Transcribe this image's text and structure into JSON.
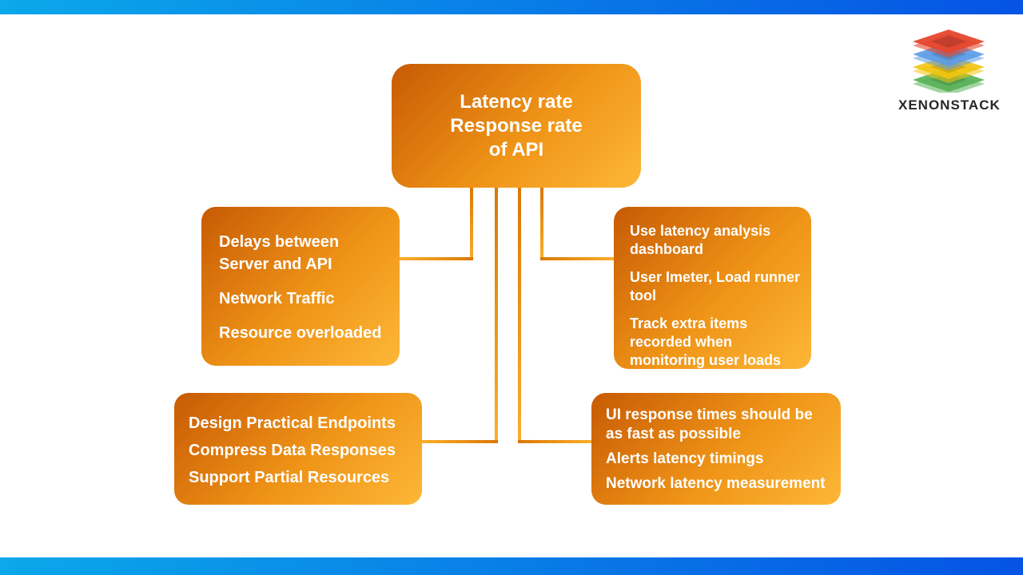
{
  "colors": {
    "bar_from": "#0BA8EA",
    "bar_to": "#0653E4",
    "box_from": "#C75A04",
    "box_mid": "#EF9417",
    "box_to": "#FDB737",
    "connector_from": "#D97807",
    "connector_to": "#FBAE2C",
    "node_text": "#FFFFFF",
    "wordmark_text": "#26262B",
    "logo_red": "#E5472E",
    "logo_blue": "#5B9BE6",
    "logo_yellow": "#F2C40F",
    "logo_green": "#55B054"
  },
  "logo": {
    "brand": "XENONSTACK",
    "icon": "stacked-layers-icon"
  },
  "diagram": {
    "root": {
      "lines": [
        "Latency rate",
        "Response rate",
        "of API"
      ]
    },
    "nodes": [
      {
        "id": "top-left",
        "items": [
          "Delays between Server and API",
          "Network Traffic",
          "Resource overloaded"
        ]
      },
      {
        "id": "top-right",
        "items": [
          "Use latency analysis dashboard",
          "User Imeter, Load runner tool",
          "Track extra items recorded when monitoring user loads"
        ]
      },
      {
        "id": "bottom-left",
        "items": [
          "Design Practical Endpoints",
          "Compress Data Responses",
          "Support Partial Resources"
        ]
      },
      {
        "id": "bottom-right",
        "items": [
          "UI response times should be as fast as possible",
          "Alerts latency timings",
          "Network latency measurement"
        ]
      }
    ]
  }
}
